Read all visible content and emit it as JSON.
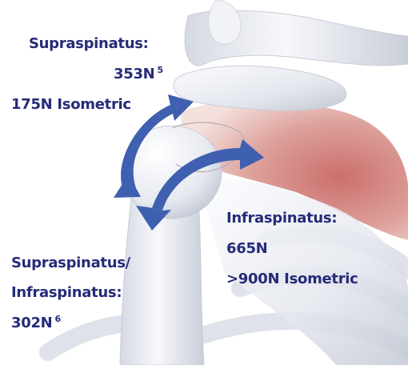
{
  "colors": {
    "label_text": "#262b78",
    "arrow": "#3f5fb0",
    "bone_fill": "#e9ebf1",
    "bone_shade": "#c7ccd8",
    "muscle": "#c86f6a"
  },
  "labels": {
    "supraspinatus": {
      "line1": "Supraspinatus:",
      "line2": "353N",
      "line2_ref": "5",
      "line3": "175N Isometric"
    },
    "infraspinatus": {
      "line1": "Infraspinatus:",
      "line2": "665N",
      "line3": ">900N Isometric"
    },
    "combined": {
      "line1": "Supraspinatus/",
      "line2": "Infraspinatus:",
      "line3": "302N",
      "line3_ref": "6"
    }
  },
  "icons": [
    "curved-double-arrow-icon",
    "curved-double-arrow-icon"
  ]
}
